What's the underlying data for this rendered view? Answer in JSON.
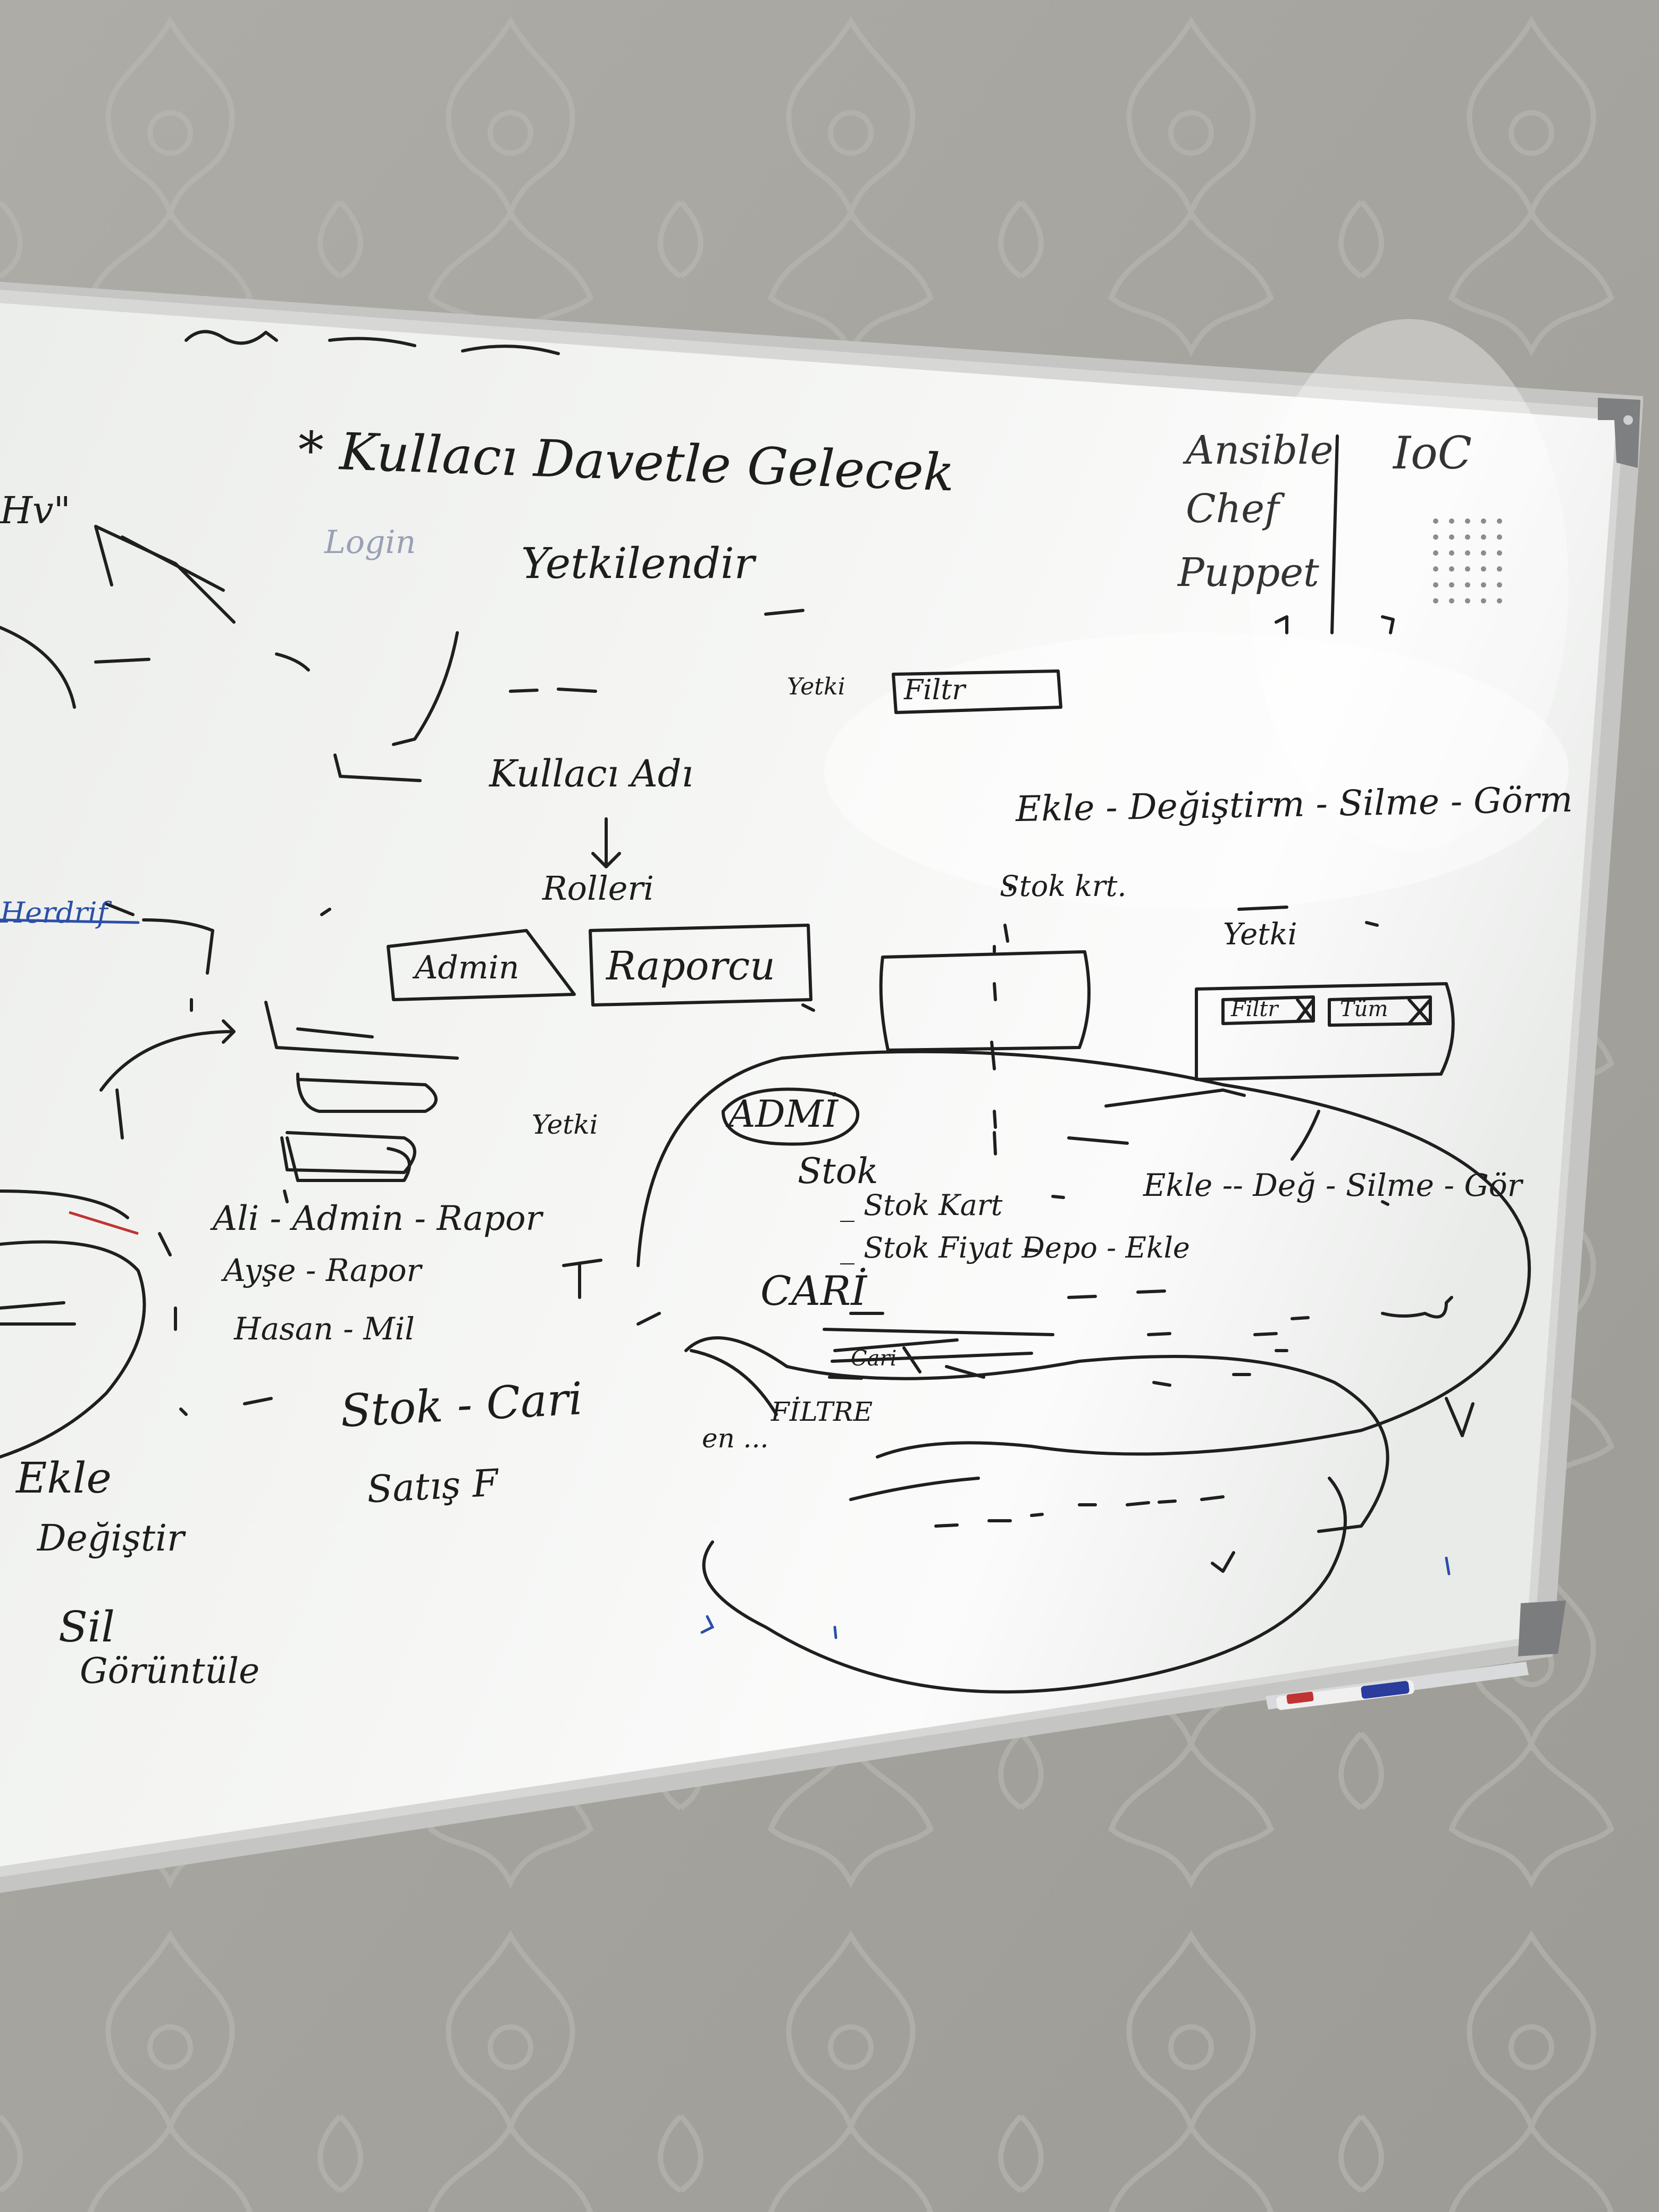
{
  "scene": {
    "wall_color": "#a9a7a1",
    "board_color": "#f3f4f1",
    "frame_color": "#bfc0bd",
    "ink_color": "#1d1d1d",
    "blue_ink_color": "#2b4fa8"
  },
  "board": {
    "heading": "* Kullacı Davetle Gelecek",
    "login": "Login",
    "yetkilendir": "Yetkilendir",
    "yetki_label": "Yetki",
    "filter_box": "Filtr",
    "kullanici_adi": "Kullacı Adı",
    "rolleri": "Rolleri",
    "admin_box": "Admin",
    "raporcu_box": "Raporcu",
    "left_fragment": "Hv\"",
    "left_blue": "Herdrif",
    "tools": [
      "Ansible",
      "Chef",
      "Puppet"
    ],
    "ioc": "IoC",
    "actions_line": "Ekle - Değiştirm - Silme - Görm",
    "stok_kriteri": "Stok krt.",
    "yetki_right": "Yetki",
    "filtre_tag": "Filtr",
    "tum_tag": "Tüm",
    "yetki_mid": "Yetki",
    "admin_circle": "ADMİ",
    "stok_heading": "Stok",
    "stok_kart": "_ Stok Kart",
    "stok_fiyat": "_ Stok Fiyat Depo - Ekle",
    "cari": "CARİ",
    "cari_line": "Cari",
    "filtre": "FİLTRE",
    "en_line": "en ...",
    "ekle_right": "Ekle -- Değ - Silme - Gör",
    "roles_list": [
      "Ali - Admin - Rapor",
      "Ayşe - Rapor",
      "Hasan - Mil"
    ],
    "stok_cari": "Stok - Cari",
    "satis_f": "Satış F",
    "left_list": [
      "Ekle",
      "Değiştir",
      "Sil",
      "Görüntüle"
    ]
  }
}
